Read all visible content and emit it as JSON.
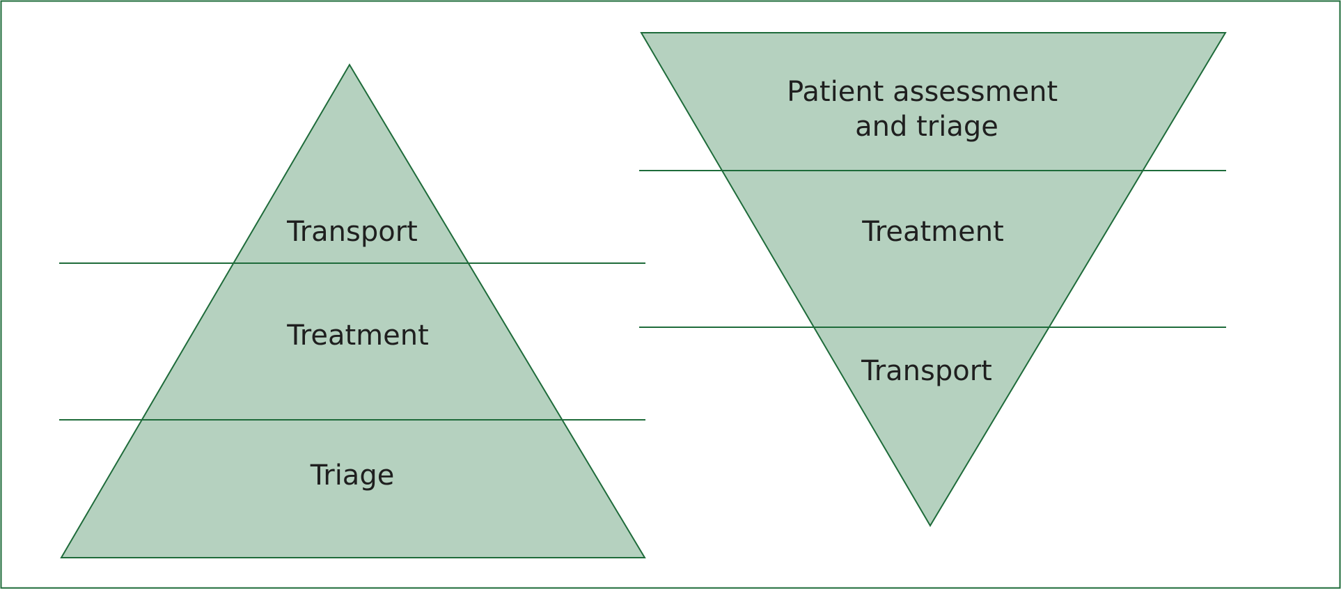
{
  "colors": {
    "fill": "#b5d1bf",
    "stroke": "#1e6b3a",
    "frame": "#1e6b3a",
    "text": "#1f1f1f"
  },
  "pyramid": {
    "tiers": [
      {
        "label": "Transport"
      },
      {
        "label": "Treatment"
      },
      {
        "label": "Triage"
      }
    ]
  },
  "inverted_pyramid": {
    "tiers": [
      {
        "label_lines": [
          "Patient assessment",
          "and triage"
        ]
      },
      {
        "label": "Treatment"
      },
      {
        "label": "Transport"
      }
    ]
  }
}
